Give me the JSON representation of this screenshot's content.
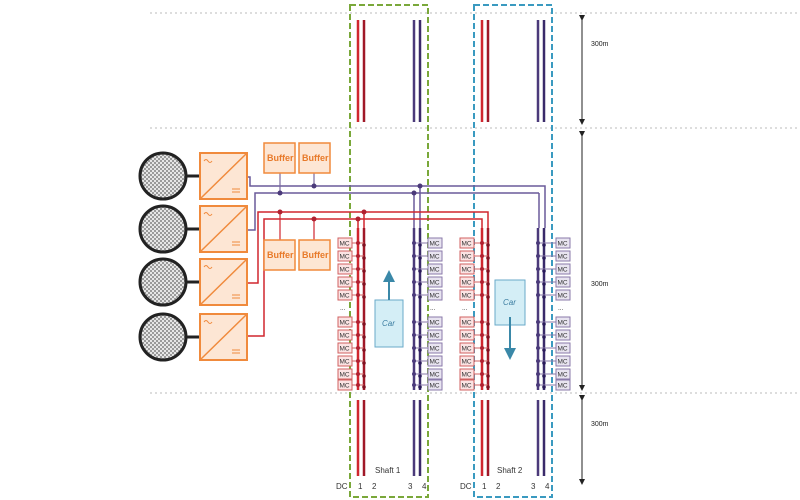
{
  "colors": {
    "red_bus": "#d0262f",
    "purple_bus": "#4b3a7a",
    "converter": "#f08a3c",
    "shaft1_border": "#7aa83a",
    "shaft2_border": "#3a9ac0",
    "car_fill": "#d4eef6"
  },
  "buffers": [
    "Buffer",
    "Buffer",
    "Buffer",
    "Buffer"
  ],
  "mc_label": "MC",
  "ellipsis": "...",
  "cars": [
    {
      "label": "Car",
      "direction": "up"
    },
    {
      "label": "Car",
      "direction": "down"
    }
  ],
  "shafts": [
    {
      "label": "Shaft 1",
      "dc": "DC",
      "cables": [
        "1",
        "2",
        "3",
        "4"
      ]
    },
    {
      "label": "Shaft 2",
      "dc": "DC",
      "cables": [
        "1",
        "2",
        "3",
        "4"
      ]
    }
  ],
  "dimensions": [
    "300m",
    "300m",
    "300m"
  ],
  "icons": {
    "generator": "hatched-circle",
    "converter": "ac-dc-converter-box"
  }
}
